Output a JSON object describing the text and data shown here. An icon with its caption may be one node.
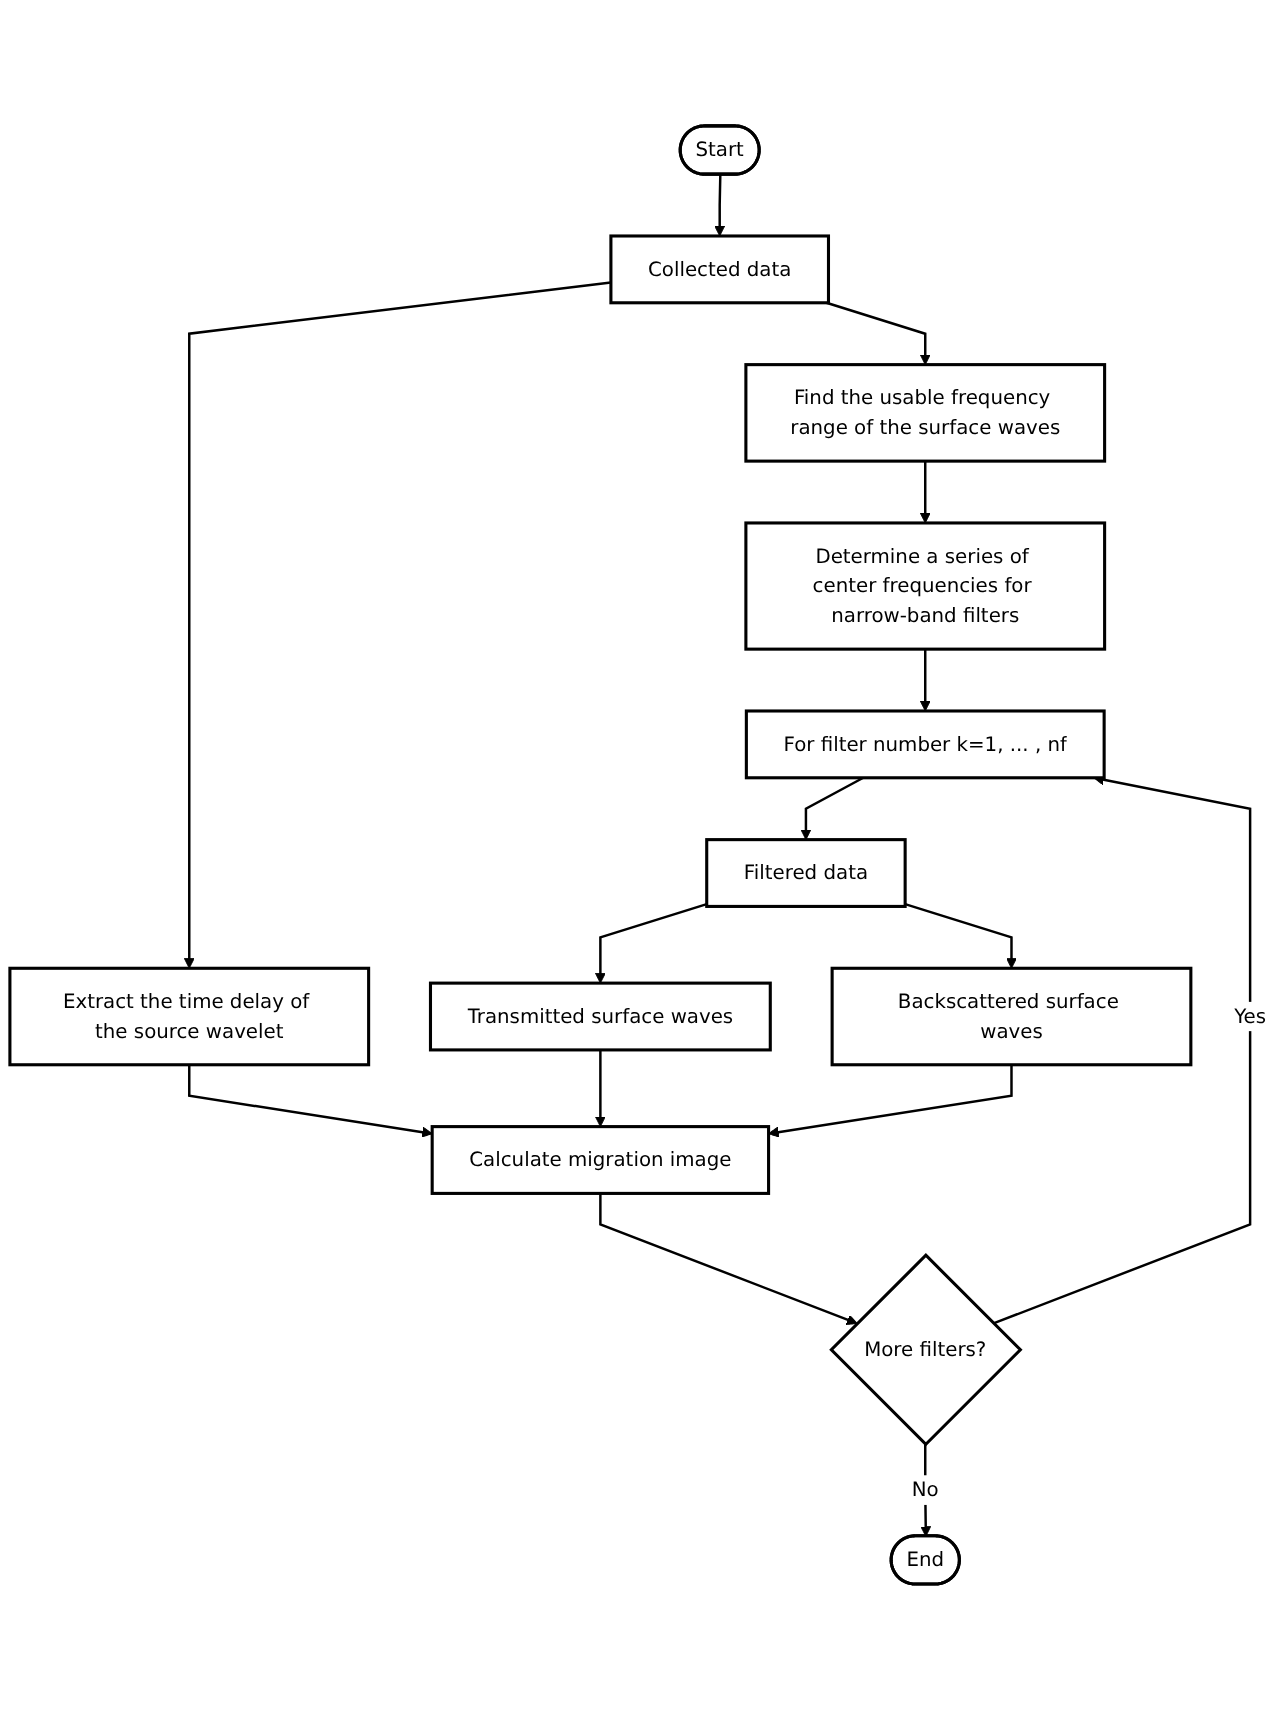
{
  "diagram": {
    "nodes": [
      {
        "text": [
          "Start"
        ]
      },
      {
        "text": [
          "Collected data"
        ]
      },
      {
        "text": [
          "Find the usable frequency range of the surface waves"
        ]
      },
      {
        "text": [
          "Determine a series of center frequencies for narrow-band filters"
        ]
      },
      {
        "text": [
          "For filter number k=1, ... , nf"
        ]
      },
      {
        "text": [
          "Filtered data"
        ]
      },
      {
        "text": [
          "Extract the time delay of the source wavelet"
        ]
      },
      {
        "text": [
          "Transmitted surface waves"
        ]
      },
      {
        "text": [
          "Backscattered surface waves"
        ]
      },
      {
        "text": [
          "Calculate migration image"
        ]
      },
      {
        "text": [
          "More filters?"
        ]
      },
      {
        "text": [
          "End"
        ]
      }
    ],
    "edges": [
      {
        "from": 0,
        "to": 1,
        "arrow": "to"
      },
      {
        "from": 1,
        "to": 2,
        "arrow": "to"
      },
      {
        "from": 2,
        "to": 3,
        "arrow": "to"
      },
      {
        "from": 3,
        "to": 4,
        "arrow": "to"
      },
      {
        "from": 4,
        "to": 5,
        "arrow": "to"
      },
      {
        "from": 5,
        "to": 7,
        "arrow": "to"
      },
      {
        "from": 5,
        "to": 8,
        "arrow": "to"
      },
      {
        "from": 1,
        "to": 6,
        "arrow": "to"
      },
      {
        "from": 6,
        "to": 9,
        "arrow": "to"
      },
      {
        "from": 7,
        "to": 9,
        "arrow": "to"
      },
      {
        "from": 8,
        "to": 9,
        "arrow": "to"
      },
      {
        "from": 9,
        "to": 10,
        "arrow": "to"
      },
      {
        "from": 10,
        "to": 4,
        "label": "Yes",
        "arrow": "to"
      },
      {
        "from": 10,
        "to": 11,
        "label": "No",
        "arrow": "to"
      }
    ]
  }
}
